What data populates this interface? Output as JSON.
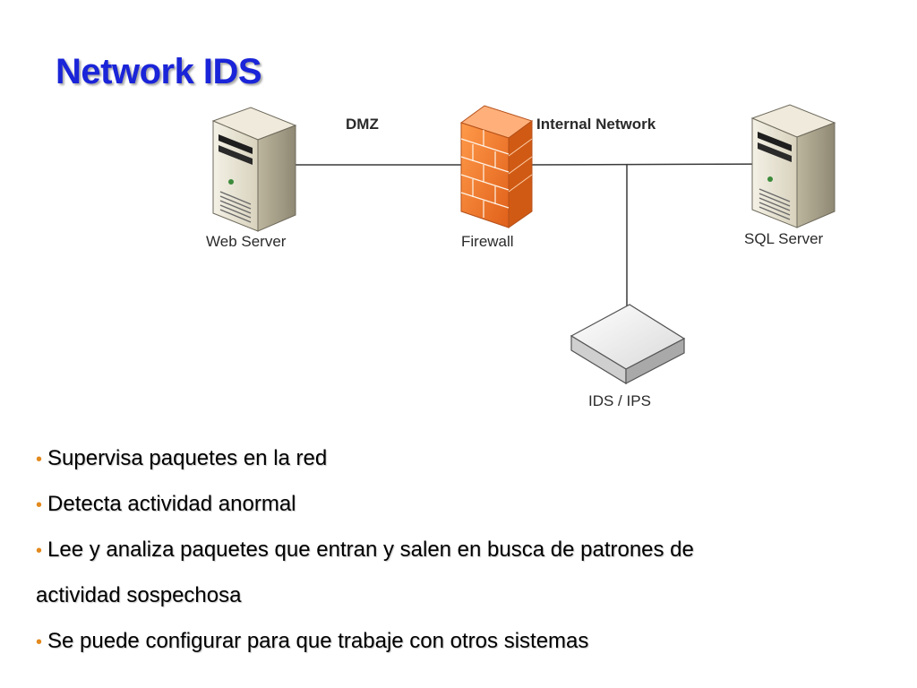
{
  "slide": {
    "title": "Network IDS"
  },
  "diagram": {
    "zones": {
      "dmz": "DMZ",
      "internal": "Internal Network"
    },
    "nodes": {
      "web_server": "Web Server",
      "firewall": "Firewall",
      "sql_server": "SQL Server",
      "ids_ips": "IDS / IPS"
    }
  },
  "bullets": [
    {
      "text": "Supervisa paquetes en la red"
    },
    {
      "text": "Detecta actividad anormal"
    },
    {
      "text": "Lee y analiza paquetes que entran y salen en busca de patrones de"
    },
    {
      "text": "actividad sospechosa",
      "continuation": true
    },
    {
      "text": "Se puede configurar para que trabaje con otros sistemas"
    }
  ],
  "colors": {
    "title": "#1a24d8",
    "bullet_marker": "#e38a1e",
    "firewall": "#f07a2e"
  }
}
